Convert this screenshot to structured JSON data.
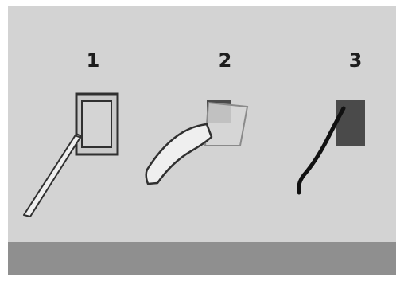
{
  "steps": [
    {
      "number": "1"
    },
    {
      "number": "2"
    },
    {
      "number": "3"
    }
  ],
  "colors": {
    "panel_background": "#d3d3d3",
    "bottom_bar": "#8f8f8f",
    "dark_square": "#4a4a4a",
    "outline": "#303030",
    "filter_fill": "#d8d8d8",
    "cable": "#111111"
  }
}
